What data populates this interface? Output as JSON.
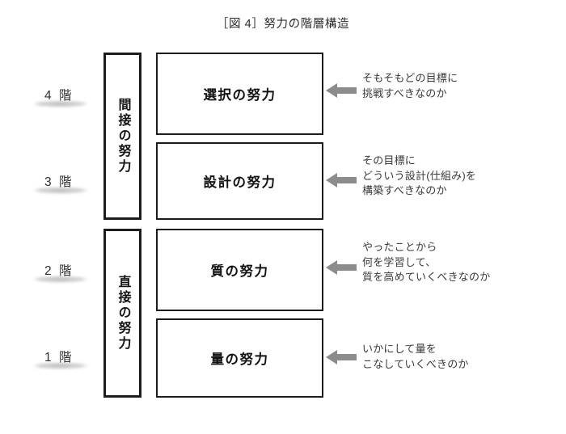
{
  "figure": {
    "title": "［図 4］努力の階層構造"
  },
  "rows": [
    {
      "floor": "4 階",
      "stage": "選択の努力",
      "arrow_icon": "arrow-left-icon",
      "annotation_lines": [
        "そもそもどの目標に",
        "挑戦すべきなのか"
      ]
    },
    {
      "floor": "3 階",
      "stage": "設計の努力",
      "arrow_icon": "arrow-left-icon",
      "annotation_lines": [
        "その目標に",
        "どういう設計(仕組み)を",
        "構築すべきなのか"
      ]
    },
    {
      "floor": "2 階",
      "stage": "質の努力",
      "arrow_icon": "arrow-left-icon",
      "annotation_lines": [
        "やったことから",
        "何を学習して、",
        "質を高めていくべきなのか"
      ]
    },
    {
      "floor": "1 階",
      "stage": "量の努力",
      "arrow_icon": "arrow-left-icon",
      "annotation_lines": [
        "いかにして量を",
        "こなしていくべきのか"
      ]
    }
  ],
  "groups": [
    {
      "label": "間接の努力",
      "covers_floors": [
        "4 階",
        "3 階"
      ]
    },
    {
      "label": "直接の努力",
      "covers_floors": [
        "2 階",
        "1 階"
      ]
    }
  ],
  "colors": {
    "line": "#1c1c1c",
    "text": "#231f20",
    "annotation_text": "#3a3a3a",
    "arrow_fill": "#8c8c8c",
    "background": "#ffffff"
  }
}
